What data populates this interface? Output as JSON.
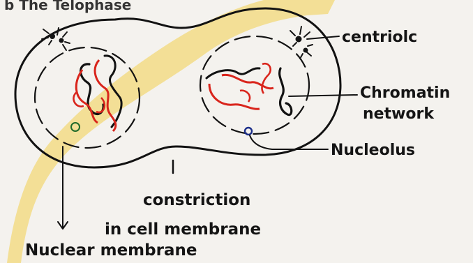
{
  "diagram": {
    "top_fragment": "b  The Telophase",
    "labels": {
      "centriole": "centriolc",
      "chromatin_line1": "Chromatin",
      "chromatin_line2": "network",
      "nucleolus": "Nucleolus",
      "constriction_line1": "constriction",
      "constriction_line2": "in cell membrane",
      "nuclear_membrane": "Nuclear membrane"
    },
    "colors": {
      "paper": "#f4f2ee",
      "highlight": "#f2dc86",
      "ink": "#141414",
      "chromosome_red": "#d9251c",
      "nucleolus_blue": "#1c2f8a",
      "centriole_yellow": "#e6c420"
    }
  }
}
